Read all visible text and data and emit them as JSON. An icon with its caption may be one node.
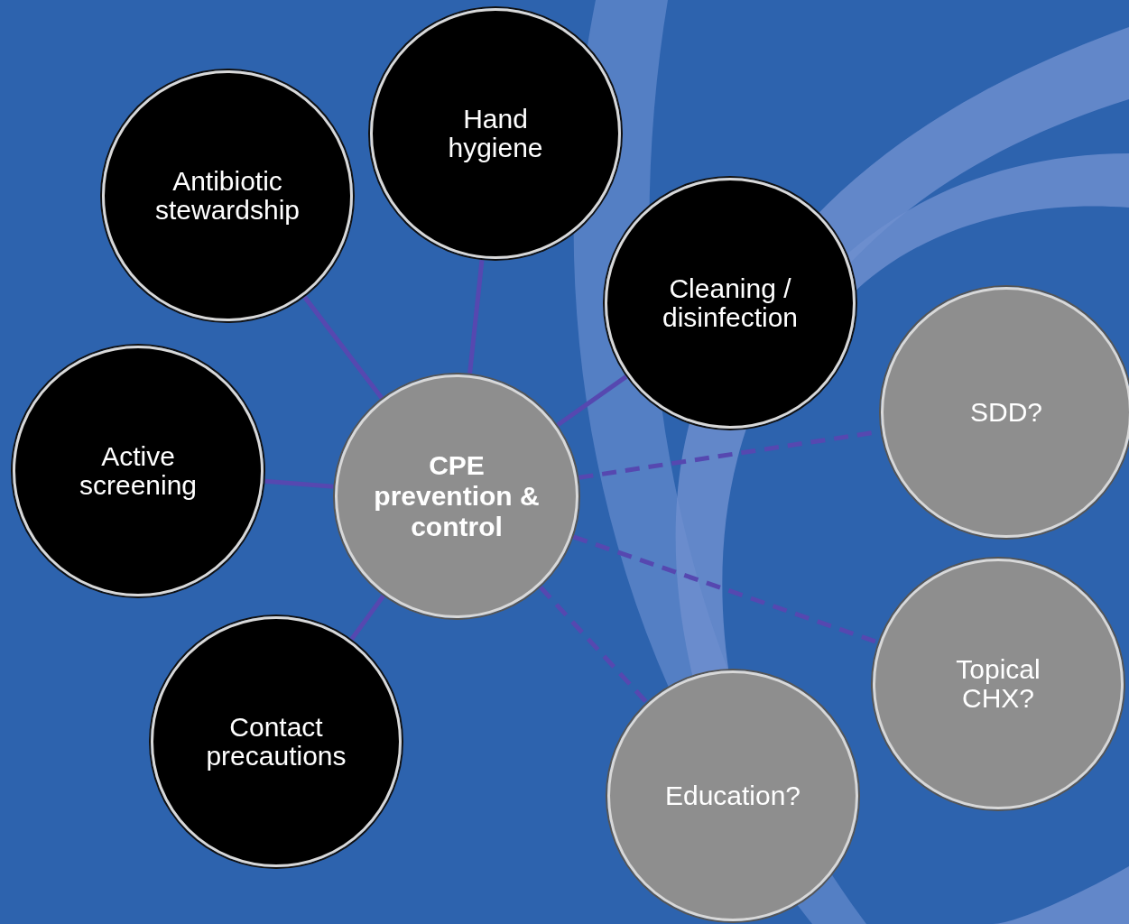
{
  "diagram": {
    "nodes": [
      {
        "text": [
          "Hand hygiene"
        ]
      },
      {
        "text": [
          "Antibiotic stewardship"
        ]
      },
      {
        "text": [
          "Cleaning / disinfection"
        ]
      },
      {
        "text": [
          "SDD?"
        ]
      },
      {
        "text": [
          "Active screening"
        ]
      },
      {
        "text": [
          "CPE prevention & control"
        ]
      },
      {
        "text": [
          "Topical CHX?"
        ]
      },
      {
        "text": [
          "Contact precautions"
        ]
      },
      {
        "text": [
          "Education?"
        ]
      }
    ],
    "edges": [
      {
        "from": 5,
        "to": 0,
        "arrow": "none"
      },
      {
        "from": 5,
        "to": 1,
        "arrow": "none"
      },
      {
        "from": 5,
        "to": 2,
        "arrow": "none"
      },
      {
        "from": 5,
        "to": 3,
        "arrow": "none",
        "style": "dashed"
      },
      {
        "from": 5,
        "to": 4,
        "arrow": "none"
      },
      {
        "from": 5,
        "to": 6,
        "arrow": "none",
        "style": "dashed"
      },
      {
        "from": 5,
        "to": 7,
        "arrow": "none"
      },
      {
        "from": 5,
        "to": 8,
        "arrow": "none",
        "style": "dashed"
      }
    ]
  }
}
